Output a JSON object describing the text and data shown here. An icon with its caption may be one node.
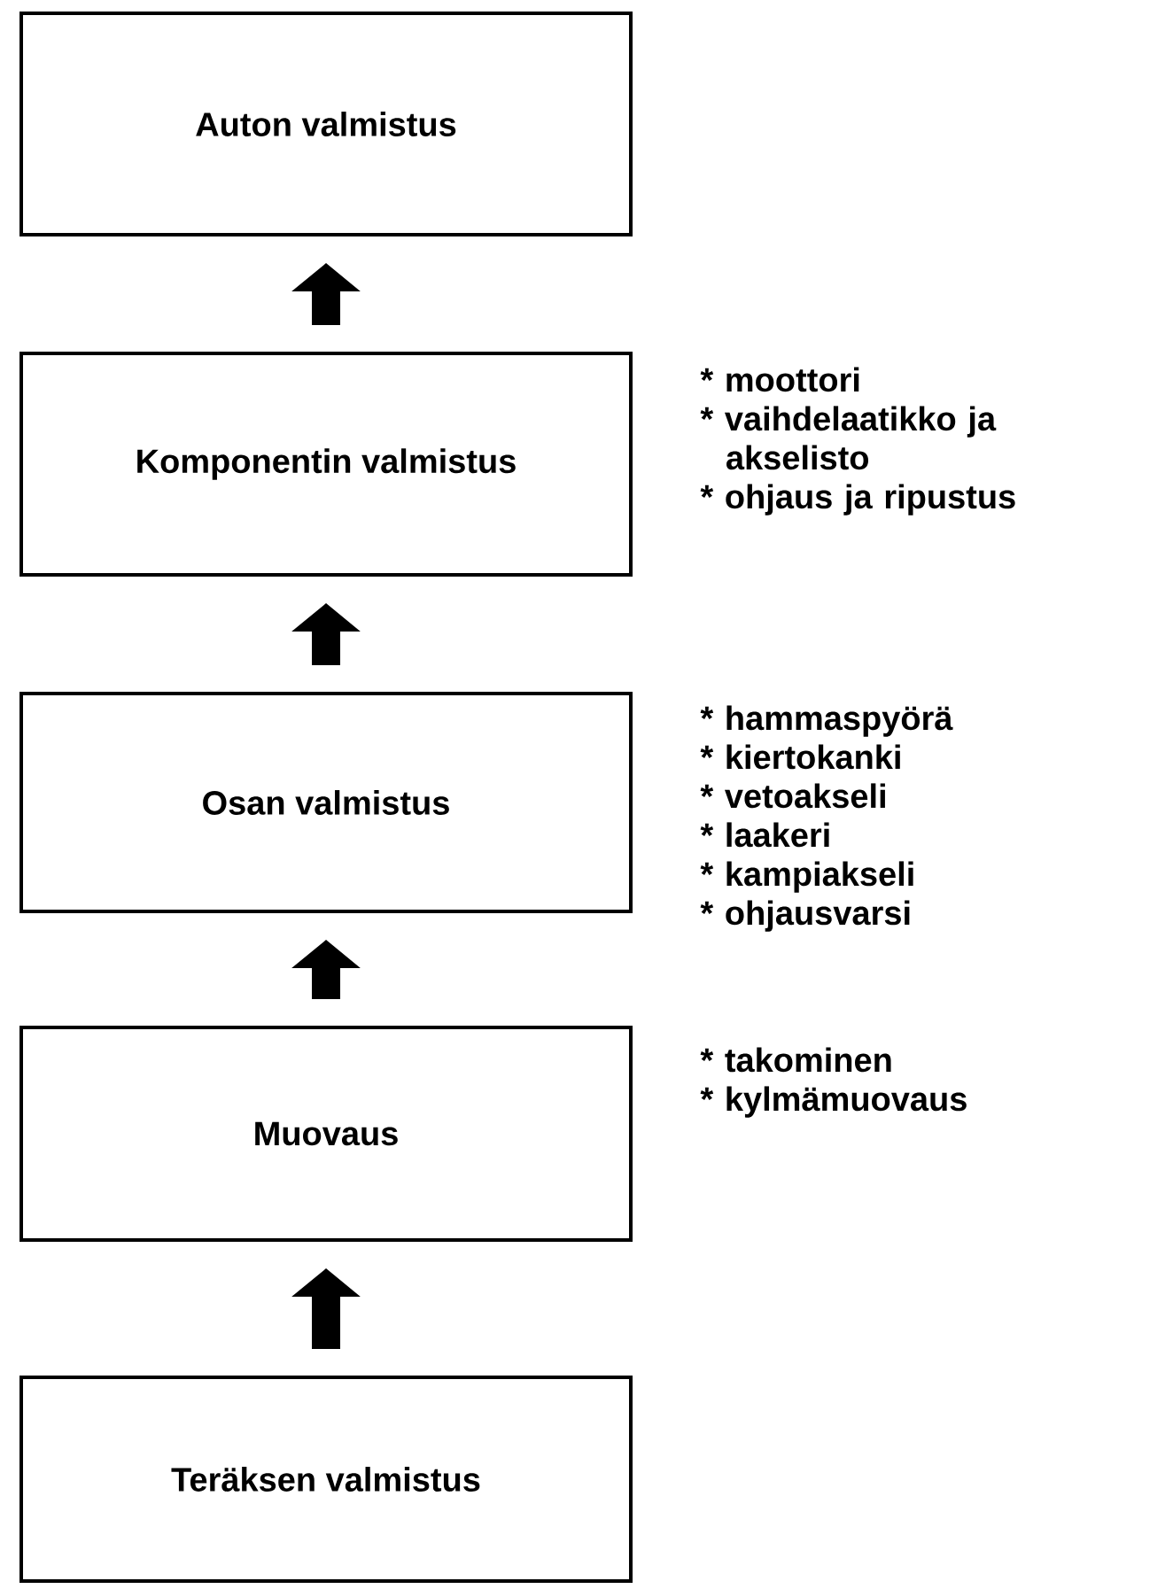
{
  "diagram": {
    "nodes": [
      {
        "text": [
          "Auton valmistus"
        ]
      },
      {
        "text": [
          "Komponentin valmistus"
        ],
        "beside": [
          "* moottori",
          "* vaihdelaatikko ja akselisto",
          "* ohjaus ja ripustus"
        ]
      },
      {
        "text": [
          "Osan valmistus"
        ],
        "beside": [
          "* hammaspyörä",
          "* kiertokanki",
          "* vetoakseli",
          "* laakeri",
          "* kampiakseli",
          "* ohjausvarsi"
        ]
      },
      {
        "text": [
          "Muovaus"
        ],
        "beside": [
          "* takominen",
          "* kylmämuovaus"
        ]
      },
      {
        "text": [
          "Teräksen valmistus"
        ]
      }
    ],
    "edges": [
      {
        "from": 1,
        "to": 0,
        "arrow": "to"
      },
      {
        "from": 2,
        "to": 1,
        "arrow": "to"
      },
      {
        "from": 3,
        "to": 2,
        "arrow": "to"
      },
      {
        "from": 4,
        "to": 3,
        "arrow": "to"
      }
    ]
  }
}
